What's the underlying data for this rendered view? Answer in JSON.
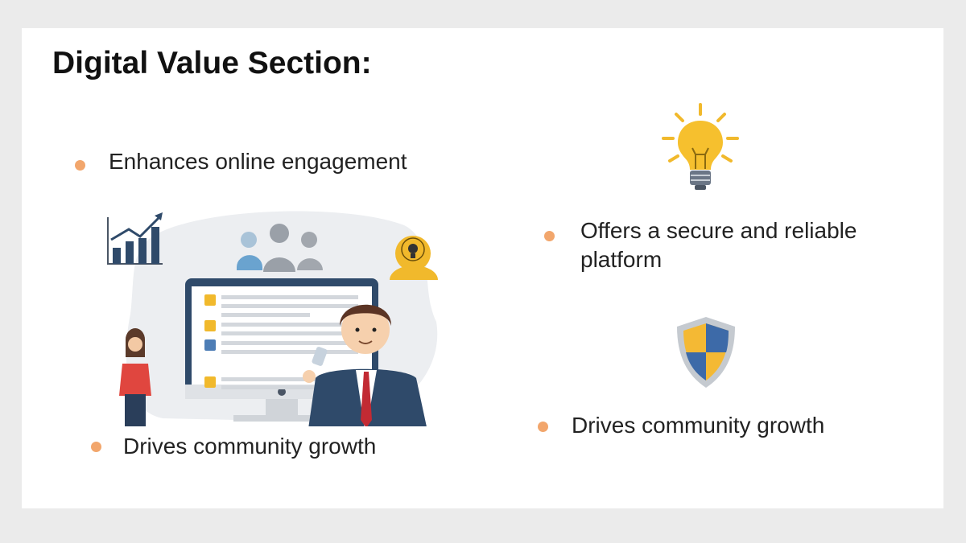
{
  "slide": {
    "title": "Digital Value Section:",
    "bullets": [
      {
        "text": "Enhances online engagement"
      },
      {
        "text": "Offers a secure and reliable platform"
      },
      {
        "text": "Drives community growth"
      },
      {
        "text": "Drives community growth"
      }
    ],
    "colors": {
      "bullet": "#f2a66c",
      "accent_yellow": "#f1b92c",
      "navy": "#2f4a6a",
      "shield_blue": "#3d6aa8"
    }
  }
}
